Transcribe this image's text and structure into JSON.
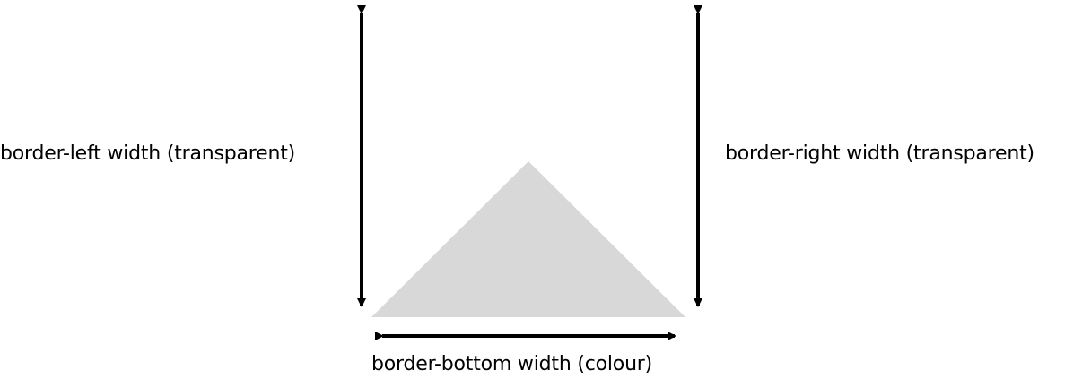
{
  "diagram": {
    "labels": {
      "left": "border-left width (transparent)",
      "right": "border-right width (transparent)",
      "bottom": "border-bottom width (colour)"
    },
    "colors": {
      "triangle_fill": "#d8d8d8",
      "arrow": "#000000",
      "text": "#000000",
      "background": "#ffffff"
    }
  }
}
